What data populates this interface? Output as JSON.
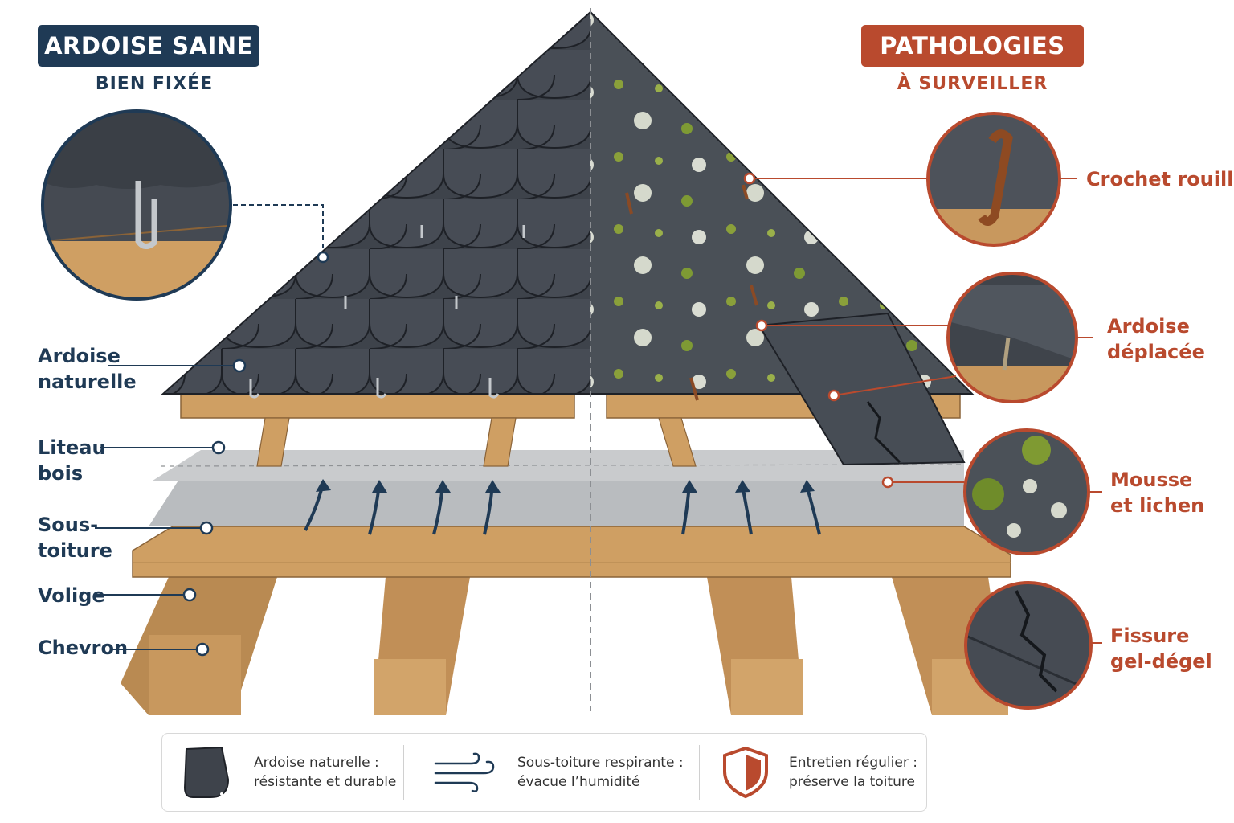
{
  "header": {
    "left_title": "ARDOISE SAINE",
    "left_subtitle": "BIEN FIXÉE",
    "right_title": "PATHOLOGIES",
    "right_subtitle": "À SURVEILLER"
  },
  "layers": {
    "ardoise": [
      "Ardoise",
      "naturelle"
    ],
    "liteau": [
      "Liteau",
      "bois"
    ],
    "sous_toiture": [
      "Sous-",
      "toiture"
    ],
    "volige": "Volige",
    "chevron": "Chevron"
  },
  "pathologies": {
    "crochet": "Crochet rouillé",
    "deplacee": [
      "Ardoise",
      "déplacée"
    ],
    "mousse": [
      "Mousse",
      "et lichen"
    ],
    "fissure": [
      "Fissure",
      "gel-dégel"
    ]
  },
  "legend": [
    {
      "icon": "slate-icon",
      "line1": "Ardoise naturelle :",
      "line2": "résistante et durable"
    },
    {
      "icon": "airflow-icon",
      "line1": "Sous-toiture respirante :",
      "line2": "évacue l’humidité"
    },
    {
      "icon": "shield-icon",
      "line1": "Entretien régulier :",
      "line2": "préserve la toiture"
    }
  ],
  "colors": {
    "navy": "#1f3a55",
    "rust": "#b94a2e",
    "slate": "#3b4048",
    "wood": "#c8985e",
    "membrane": "#b9bcbf"
  }
}
